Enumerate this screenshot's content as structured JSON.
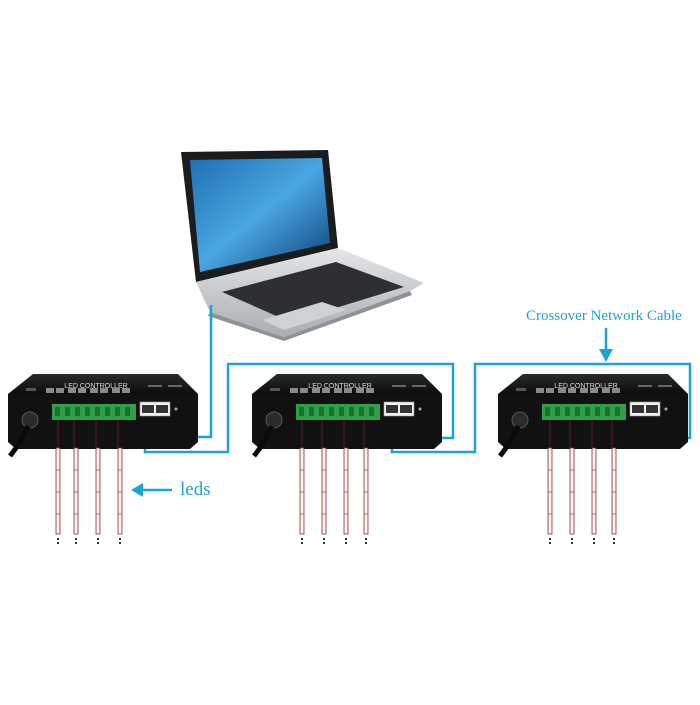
{
  "diagram": {
    "cable_label": "Crossover Network Cable",
    "leds_label": "leds",
    "controllers": [
      {
        "title": "LED CONTROLLER"
      },
      {
        "title": "LED CONTROLLER"
      },
      {
        "title": "LED CONTROLLER"
      }
    ]
  },
  "colors": {
    "cable": "#1aa3d6",
    "controller_body": "#141414",
    "terminal_block": "#2fa04a",
    "led_strip_edge": "#8b2b2b"
  }
}
